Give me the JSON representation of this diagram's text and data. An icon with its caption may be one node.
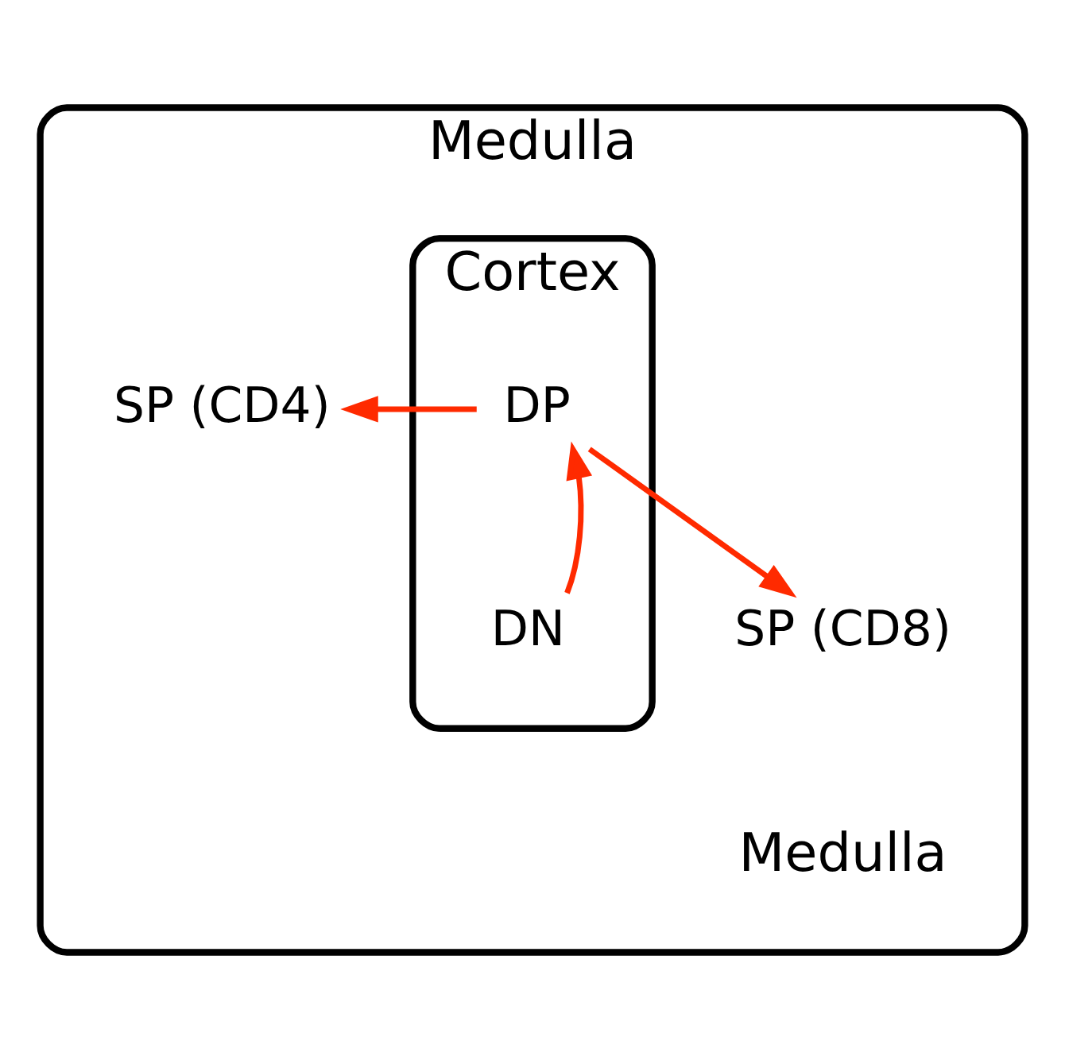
{
  "diagram": {
    "nodes": [
      {
        "text": [
          "Medulla",
          "Medulla"
        ]
      },
      {
        "text": [
          "Cortex"
        ],
        "in": 0
      },
      {
        "text": [
          "SP (CD4)"
        ],
        "in": 0
      },
      {
        "text": [
          "DP"
        ],
        "in": 1
      },
      {
        "text": [
          "DN"
        ],
        "in": 1
      },
      {
        "text": [
          "SP (CD8)"
        ],
        "in": 0
      }
    ],
    "edges": [
      {
        "from": 4,
        "to": 3,
        "arrow": "to",
        "color": "#ff2a00"
      },
      {
        "from": 3,
        "to": 2,
        "arrow": "to",
        "color": "#ff2a00"
      },
      {
        "from": 3,
        "to": 5,
        "arrow": "to",
        "color": "#ff2a00"
      }
    ]
  }
}
